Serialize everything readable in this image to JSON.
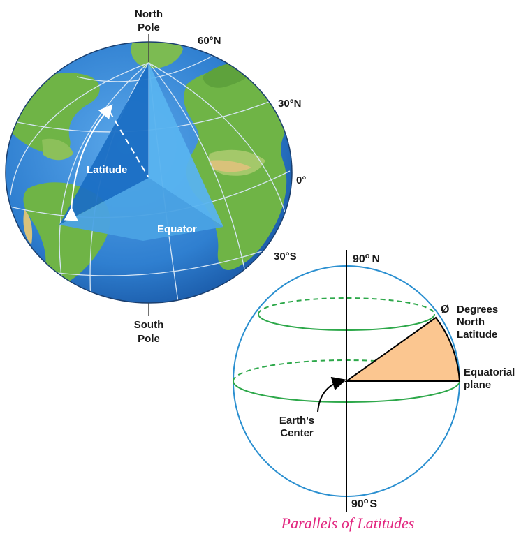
{
  "globe": {
    "north_pole_line1": "North",
    "north_pole_line2": "Pole",
    "south_pole_line1": "South",
    "south_pole_line2": "Pole",
    "lat_60n": "60°N",
    "lat_30n": "30°N",
    "lat_0": "0°",
    "lat_30s": "30°S",
    "latitude_label": "Latitude",
    "equator_label": "Equator"
  },
  "sphere_diagram": {
    "north_label": "90",
    "north_dir": "N",
    "south_label": "90",
    "south_dir": "S",
    "degree_sign": "o",
    "phi_symbol": "Ø",
    "angle_line1": "Degrees",
    "angle_line2": "North",
    "angle_line3": "Latitude",
    "plane_line1": "Equatorial",
    "plane_line2": "plane",
    "center_line1": "Earth's",
    "center_line2": "Center"
  },
  "caption": "Parallels of Latitudes",
  "colors": {
    "ocean": "#3f8fd8",
    "ocean_dark": "#1f63b0",
    "land": "#6fb446",
    "wedge_dark": "#1b6fc4",
    "wedge_light": "#58b3ef",
    "sphere_outline": "#2a8fd0",
    "parallel_green": "#2da84a",
    "wedge_fill": "#fbc690",
    "caption_pink": "#e2257f"
  }
}
